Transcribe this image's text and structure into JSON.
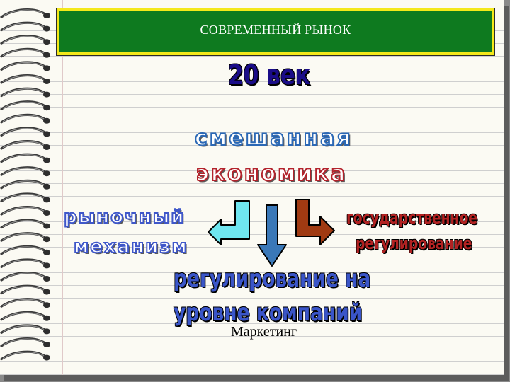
{
  "slide": {
    "title": "СОВРЕМЕННЫЙ РЫНОК",
    "heading": "20 век",
    "mixed_economy": [
      "смешанная",
      "экономика"
    ],
    "market_mechanism": [
      "рыночный",
      "механизм"
    ],
    "state_regulation": [
      "государственное",
      "регулирование"
    ],
    "company_regulation": [
      "регулирование на",
      "уровне компаний"
    ],
    "marketing": "Маркетинг"
  },
  "colors": {
    "banner_green": "#0e7a1f",
    "banner_border": "#f4e81a",
    "arrow_left": "#6fe6f0",
    "arrow_down": "#3a78b8",
    "arrow_right": "#a03a12"
  },
  "icons": [
    "spiral-binding-icon",
    "arrow-left-icon",
    "arrow-down-icon",
    "arrow-right-icon"
  ]
}
